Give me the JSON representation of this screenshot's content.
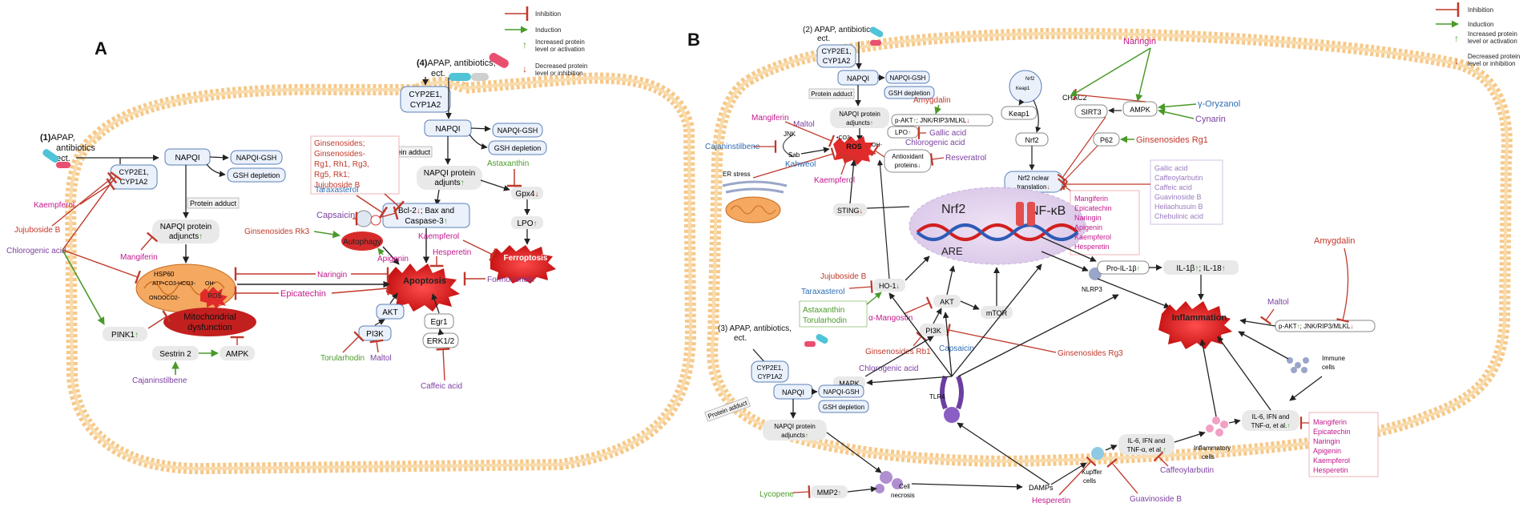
{
  "panel_a": {
    "label": "A",
    "entry4": {
      "num": "(4)",
      "line1": "APAP, antibiotics,",
      "line2": "ect."
    },
    "entry1": {
      "num": "(1)",
      "line1": "APAP,",
      "line2": "antibiotics",
      "line3": "ect."
    },
    "cyp_top": {
      "line1": "CYP2E1,",
      "line2": "CYP1A2"
    },
    "cyp_left": {
      "line1": "CYP2E1,",
      "line2": "CYP1A2"
    },
    "napqi": "NAPQI",
    "napqi_gsh": "NAPQI-GSH",
    "gsh_depletion": "GSH depletion",
    "protein_adduct": "Protein adduct",
    "napqi_adjuncts": {
      "line1": "NAPQI protein",
      "line2": "adjunts"
    },
    "napqi_adjuncts_left": {
      "line1": "NAPQI protein",
      "line2": "adjuncts"
    },
    "bcl2": {
      "line1": "Bcl-2",
      "line2": "; Bax and",
      "line3": "Caspase-3"
    },
    "gpx4": "Gpx4",
    "lpo": "LPO",
    "autophagy": "Autophagy",
    "apoptosis": "Apoptosis",
    "ferroptosis": "Ferroptosis",
    "mito": {
      "line1": "Mitochondrial",
      "line2": "dysfunction"
    },
    "hsp60": "HSP60",
    "atp": "ATP",
    "hco3": "HCO3-",
    "co3": "•CO3-",
    "oh": "OH-",
    "onooco2": "ONOOCO2-",
    "ros": "ROS",
    "pink1": "PINK1",
    "sestrin2": "Sestrin 2",
    "ampk": "AMPK",
    "akt": "AKT",
    "pi3k": "PI3K",
    "egr1": "Egr1",
    "erk": "ERK1/2",
    "compounds": {
      "ginsenosides": {
        "line1": "Ginsenosides;",
        "line2": "Ginsenosides-",
        "line3": "Rg1, Rh1, Rg3,",
        "line4": "Rg5, Rk1;",
        "line5": "Jujuboside B"
      },
      "taraxasterol": "Taraxasterol",
      "astaxanthin": "Astaxanthin",
      "capsaicin": "Capsaicin",
      "ginsenosides_rk3": "Ginsenosides Rk3",
      "apigenin": "Apigenin",
      "kaempferol": "Kaempferol",
      "kaempferol_left": "Kaempferol",
      "hesperetin": "Hesperetin",
      "mangiferin": "Mangiferin",
      "naringin": "Naringin",
      "epicatechin": "Epicatechin",
      "formononein": "Formononein",
      "jujuboside": "Jujuboside B",
      "chlorogenic": "Chlorogenic acid",
      "cajaninstilbene": "Cajaninstilbene",
      "torularhodin": "Torularhodin",
      "maltol": "Maltol",
      "caffeic": "Caffeic acid"
    }
  },
  "panel_b": {
    "label": "B",
    "entry2": {
      "num": "(2)",
      "line1": "APAP, antibiotics,",
      "line2": "ect."
    },
    "entry3": {
      "num": "(3)",
      "line1": "APAP, antibiotics,",
      "line2": "ect."
    },
    "cyp_top": {
      "line1": "CYP2E1,",
      "line2": "CYP1A2"
    },
    "cyp_low": {
      "line1": "CYP2E1,",
      "line2": "CYP1A2"
    },
    "napqi": "NAPQI",
    "napqi_gsh": "NAPQI-GSH",
    "gsh_depletion": "GSH depletion",
    "protein_adduct": "Protein adduct",
    "napqi_adjuncts": {
      "line1": "NAPQI protein",
      "line2": "adjuncts"
    },
    "napqi_adjuncts_low": {
      "line1": "NAPQI protein",
      "line2": "adjuncts"
    },
    "pakt_top": "p-AKT",
    "jnk_top": "; JNK/RIP3/MLKL",
    "keap1": "Keap1",
    "nrf2_small": "Nrf2",
    "chac2": "CHAC2",
    "sirt3": "SIRT3",
    "ampk": "AMPK",
    "p62": "P62",
    "jnk": "JNK",
    "sab": "Sab",
    "co3": "•CO3-",
    "ros": "ROS",
    "oh": "OH-",
    "lpo": "LPO",
    "antioxidant": {
      "line1": "Antioxidant",
      "line2": "proteins"
    },
    "nrf2_trans": {
      "line1": "Nrf2 nclear",
      "line2": "translation"
    },
    "er_stress": "ER stress",
    "nrf2_big": "Nrf2",
    "nfkb": "NF-κB",
    "are": "ARE",
    "sting": "STING",
    "ho1": "HO-1",
    "akt": "AKT",
    "mtor": "mTOR",
    "pi3k": "PI3K",
    "mapk": "MAPK",
    "tlr4": "TLR4",
    "nlrp3": "NLRP3",
    "pro_il1b": "Pro-IL-1β",
    "il1b": "IL-1β",
    "il18": "; IL-18",
    "inflammation": "Inflammation",
    "pakt_right": "p-AKT",
    "jnk_right": "; JNK/RIP3/MLKL",
    "immune_cells": {
      "line1": "Immune",
      "line2": "cells"
    },
    "il6_right": {
      "line1": "IL-6, IFN and",
      "line2": "TNF-α, et al."
    },
    "il6_mid": {
      "line1": "IL-6, IFN and",
      "line2": "TNF-α, et al."
    },
    "inflammatory_cells": {
      "line1": "Inflammatory",
      "line2": "cells"
    },
    "kupffer": {
      "line1": "Kupffer",
      "line2": "cells"
    },
    "damps": "DAMPs",
    "cell_necrosis": {
      "line1": "Cell",
      "line2": "necrosis"
    },
    "mmp2": "MMP2",
    "compounds": {
      "naringin": "Naringin",
      "oryzanol": "γ-Oryzanol",
      "cynarin": "Cynarin",
      "ginsenosides_rg1": "Ginsenosides Rg1",
      "amygdalin": "Amygdalin",
      "amygdalin_right": "Amygdalin",
      "mangiferin": "Mangiferin",
      "maltol": "Maltol",
      "maltol_right": "Maltol",
      "cajaninstilbene": "Cajaninstilbene",
      "gallic": "Gallic acid",
      "chlorogenic": "Chlorogenic acid",
      "resveratrol": "Resveratrol",
      "kahweol": "Kahweol",
      "kaempferol": "Kaempferol",
      "jujuboside": "Jujuboside B",
      "taraxasterol": "Taraxasterol",
      "astaxanthin": "Astaxanthin",
      "torularhodin": "Torularhodin",
      "mangostin": "α-Mangostin",
      "ginsenosides_rb1": "Ginsenosides Rb1",
      "capsaicin": "Capsaicin",
      "chlorogenic_low": "Chlorogenic acid",
      "ginsenosides_rg3": "Ginsenosides Rg3",
      "hesperetin": "Hesperetin",
      "caffeoylarbutin": "Caffeoylarbutin",
      "guavinoside": "Guavinoside B",
      "lycopene": "Lycopene",
      "list_pink": [
        "Mangiferin",
        "Epicatechin",
        "Naringin",
        "Apigenin",
        "Kaempferol",
        "Hesperetin"
      ],
      "list_purple": [
        "Gallic acid",
        "Caffeoylarbutin",
        "Caffeic acid",
        "Guavinoside B",
        "Heilaohusuin B",
        "Chebulinic acid"
      ],
      "list_right": [
        "Mangiferin",
        "Epicatechin",
        "Naringin",
        "Apigenin",
        "Kaempferol",
        "Hesperetin"
      ]
    }
  },
  "legend_a": {
    "inhibition": "Inhibition",
    "induction": "Induction",
    "increased": {
      "line1": "Increased protein",
      "line2": "level or activation"
    },
    "decreased": {
      "line1": "Decreased protein",
      "line2": "level or inhibition"
    }
  },
  "legend_b": {
    "inhibition": "Inhibition",
    "induction": "Induction",
    "increased": {
      "line1": "Increased protein",
      "line2": "level or activation"
    },
    "decreased": {
      "line1": "Decreased protein",
      "line2": "level or inhibition"
    }
  },
  "colors": {
    "inhibit": "#c0392b",
    "induce": "#4a9a2a",
    "membrane": "#f6c98a",
    "black_arrow": "#222222",
    "red_text": "#c0392b",
    "pink_text": "#c2188b",
    "purple_text": "#7b3fa0",
    "blue_text": "#2e6db4",
    "green_text": "#4a9a2a"
  }
}
